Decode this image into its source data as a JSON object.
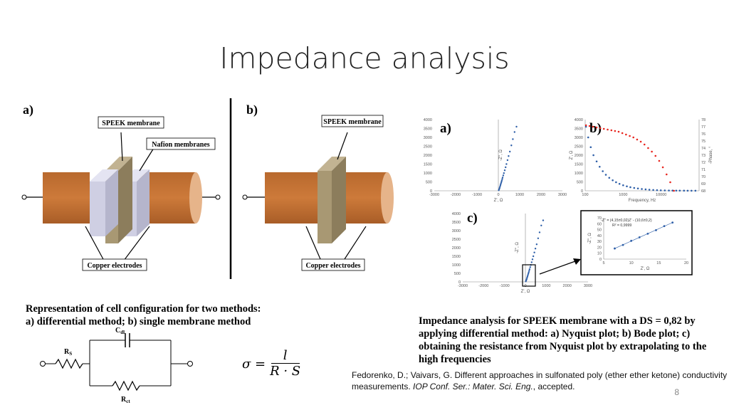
{
  "slide": {
    "title": "Impedance analysis",
    "page_number": "8"
  },
  "left_figure": {
    "label_a": "a)",
    "label_b": "b)",
    "speek_label_a": "SPEEK membrane",
    "nafion_label": "Nafion membranes",
    "copper_label_a": "Copper electrodes",
    "speek_label_b": "SPEEK membrane",
    "copper_label_b": "Copper electrodes",
    "caption_line1": "Representation of cell configuration for two methods:",
    "caption_line2": "a) differential method; b) single membrane method"
  },
  "circuit": {
    "rs_label": "R",
    "rs_sub": "S",
    "cdl_label": "C",
    "cdl_sub": "dl",
    "rct_label": "R",
    "rct_sub": "ct"
  },
  "formula": {
    "lhs": "σ =",
    "numerator": "l",
    "denominator": "R · S"
  },
  "right_figure": {
    "label_a": "a)",
    "label_b": "b)",
    "label_c": "c)",
    "caption_line1": "Impedance analysis for SPEEK membrane with a DS = 0,82 by",
    "caption_line2": "applying differential method: a) Nyquist plot; b) Bode plot; c)",
    "caption_line3": "obtaining the resistance from Nyquist plot by extrapolating to the",
    "caption_line4": "high frequencies"
  },
  "reference": {
    "line1": "Fedorenko, D.; Vaivars, G. Different approaches in sulfonated poly (ether ether ketone) conductivity",
    "line2_pre": "measurements. ",
    "line2_italic": "IOP Conf. Ser.: Mater. Sci. Eng.",
    "line2_post": ", accepted."
  },
  "chart_data": [
    {
      "type": "scatter",
      "name": "nyquist-a",
      "xlabel": "Z', Ω",
      "ylabel": "-Z'', Ω",
      "xlim": [
        -3000,
        3000
      ],
      "ylim": [
        0,
        4000
      ],
      "x_ticks": [
        "-3000",
        "-2000",
        "-1000",
        "0",
        "1000",
        "2000",
        "3000"
      ],
      "y_ticks": [
        "0",
        "500",
        "1000",
        "1500",
        "2000",
        "2500",
        "3000",
        "3500",
        "4000"
      ],
      "series": [
        {
          "color": "#2e5fa8",
          "points": [
            [
              20,
              30
            ],
            [
              40,
              90
            ],
            [
              60,
              160
            ],
            [
              80,
              240
            ],
            [
              100,
              320
            ],
            [
              120,
              400
            ],
            [
              140,
              480
            ],
            [
              160,
              560
            ],
            [
              180,
              650
            ],
            [
              200,
              740
            ],
            [
              230,
              860
            ],
            [
              260,
              990
            ],
            [
              300,
              1150
            ],
            [
              340,
              1320
            ],
            [
              380,
              1500
            ],
            [
              430,
              1720
            ],
            [
              480,
              1950
            ],
            [
              540,
              2200
            ],
            [
              610,
              2550
            ],
            [
              680,
              2900
            ],
            [
              760,
              3300
            ],
            [
              850,
              3600
            ]
          ]
        }
      ]
    },
    {
      "type": "scatter",
      "name": "bode-b",
      "xlabel": "Frequency, Hz",
      "ylabel": "Z', Ω",
      "y2label": "-Phase, °",
      "xscale": "log",
      "xlim": [
        100,
        100000
      ],
      "ylim": [
        0,
        4000
      ],
      "y2lim": [
        68,
        78
      ],
      "x_ticks": [
        "100",
        "1000",
        "10000"
      ],
      "y_ticks": [
        "0",
        "500",
        "1000",
        "1500",
        "2000",
        "2500",
        "3000",
        "3500",
        "4000"
      ],
      "y2_ticks": [
        "68",
        "69",
        "70",
        "71",
        "72",
        "73",
        "74",
        "75",
        "76",
        "77",
        "78"
      ],
      "series": [
        {
          "axis": "left",
          "color": "#2e5fa8",
          "points": [
            [
              105,
              3600
            ],
            [
              120,
              3000
            ],
            [
              140,
              2450
            ],
            [
              165,
              2000
            ],
            [
              200,
              1650
            ],
            [
              240,
              1350
            ],
            [
              290,
              1100
            ],
            [
              350,
              900
            ],
            [
              430,
              730
            ],
            [
              530,
              590
            ],
            [
              650,
              480
            ],
            [
              800,
              390
            ],
            [
              1000,
              310
            ],
            [
              1250,
              250
            ],
            [
              1550,
              200
            ],
            [
              1950,
              160
            ],
            [
              2450,
              130
            ],
            [
              3100,
              100
            ],
            [
              3900,
              80
            ],
            [
              4900,
              60
            ],
            [
              6200,
              45
            ],
            [
              7800,
              35
            ],
            [
              9800,
              25
            ],
            [
              12500,
              20
            ],
            [
              16000,
              15
            ],
            [
              20000,
              12
            ],
            [
              25000,
              10
            ],
            [
              31000,
              8
            ],
            [
              40000,
              6
            ],
            [
              50000,
              5
            ],
            [
              63000,
              4
            ],
            [
              80000,
              3
            ]
          ]
        },
        {
          "axis": "right",
          "color": "#e8261f",
          "points": [
            [
              105,
              77.2
            ],
            [
              130,
              77.1
            ],
            [
              160,
              77.0
            ],
            [
              200,
              76.9
            ],
            [
              250,
              76.8
            ],
            [
              310,
              76.7
            ],
            [
              390,
              76.6
            ],
            [
              490,
              76.5
            ],
            [
              610,
              76.4
            ],
            [
              760,
              76.3
            ],
            [
              950,
              76.1
            ],
            [
              1190,
              75.9
            ],
            [
              1490,
              75.7
            ],
            [
              1860,
              75.5
            ],
            [
              2330,
              75.2
            ],
            [
              2910,
              74.9
            ],
            [
              3640,
              74.5
            ],
            [
              4550,
              74.0
            ],
            [
              5690,
              73.5
            ],
            [
              7110,
              72.9
            ],
            [
              8890,
              72.2
            ],
            [
              11100,
              71.3
            ],
            [
              13900,
              70.3
            ],
            [
              17400,
              69.2
            ],
            [
              21700,
              68.0
            ]
          ]
        }
      ]
    },
    {
      "type": "scatter",
      "name": "nyquist-c",
      "xlabel": "Z', Ω",
      "ylabel": "-Z'', Ω",
      "xlim": [
        -3000,
        3000
      ],
      "ylim": [
        0,
        4000
      ],
      "x_ticks": [
        "-3000",
        "-2000",
        "-1000",
        "0",
        "1000",
        "2000",
        "3000"
      ],
      "y_ticks": [
        "0",
        "500",
        "1000",
        "1500",
        "2000",
        "2500",
        "3000",
        "3500",
        "4000"
      ],
      "series": [
        {
          "color": "#2e5fa8",
          "points": [
            [
              20,
              30
            ],
            [
              40,
              90
            ],
            [
              60,
              160
            ],
            [
              80,
              240
            ],
            [
              100,
              320
            ],
            [
              120,
              400
            ],
            [
              140,
              480
            ],
            [
              160,
              560
            ],
            [
              180,
              650
            ],
            [
              200,
              740
            ],
            [
              230,
              860
            ],
            [
              260,
              990
            ],
            [
              300,
              1150
            ],
            [
              340,
              1320
            ],
            [
              380,
              1500
            ],
            [
              430,
              1720
            ],
            [
              480,
              1950
            ],
            [
              540,
              2200
            ],
            [
              610,
              2550
            ],
            [
              680,
              2900
            ],
            [
              760,
              3300
            ],
            [
              850,
              3600
            ]
          ]
        }
      ]
    },
    {
      "type": "scatter",
      "name": "inset",
      "xlabel": "Z', Ω",
      "ylabel": "-Z'', Ω",
      "xlim": [
        5,
        20
      ],
      "ylim": [
        0,
        70
      ],
      "x_ticks": [
        "5",
        "10",
        "15",
        "20"
      ],
      "y_ticks": [
        "0",
        "10",
        "20",
        "30",
        "40",
        "50",
        "60",
        "70"
      ],
      "annotation_line1": "-Z'' = (4,15±0,02)Z' - (10,6±0,2)",
      "annotation_line2": "R² = 0,9999",
      "series": [
        {
          "color": "#2e5fa8",
          "points": [
            [
              7,
              18
            ],
            [
              8.5,
              24
            ],
            [
              10,
              31
            ],
            [
              11.5,
              37
            ],
            [
              13,
              43
            ],
            [
              14.5,
              49
            ],
            [
              16,
              56
            ],
            [
              17.5,
              62
            ]
          ]
        }
      ]
    }
  ]
}
